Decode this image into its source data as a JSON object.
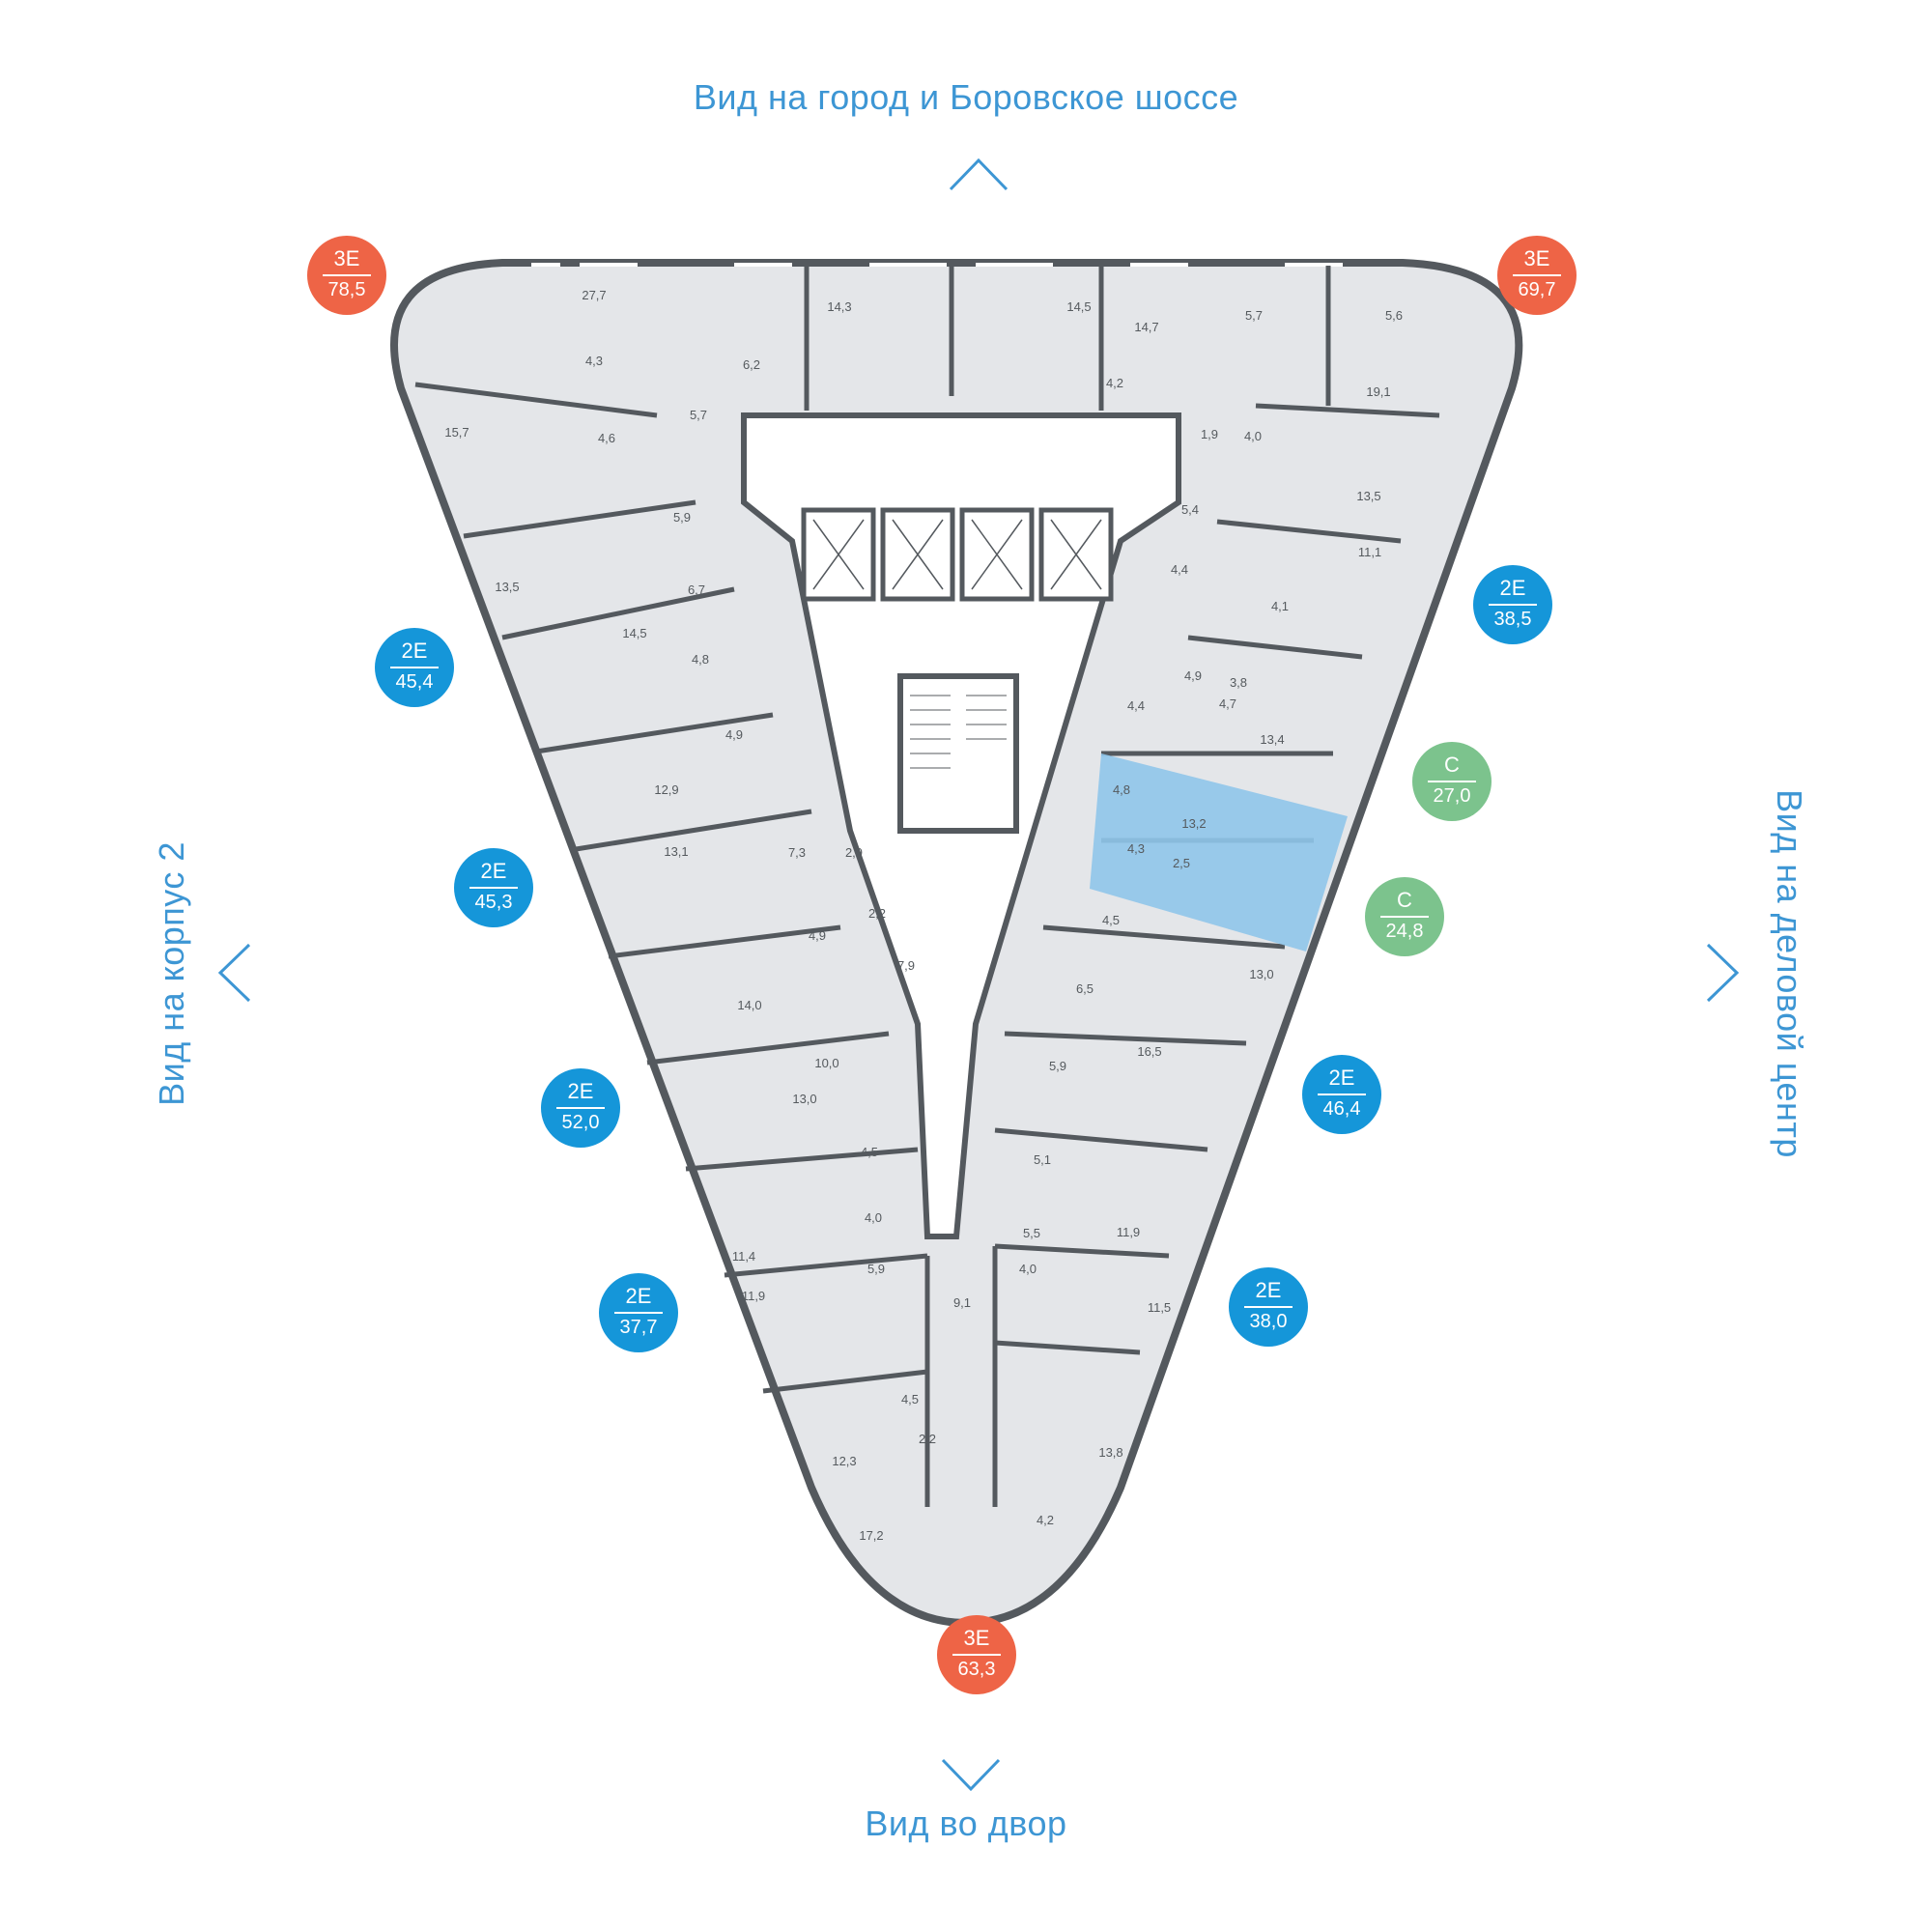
{
  "views": {
    "top": "Вид на город и Боровское шоссе",
    "bottom": "Вид во двор",
    "left": "Вид на корпус 2",
    "right": "Вид на деловой центр"
  },
  "colors": {
    "three_room": "#ee6446",
    "two_room": "#1596d9",
    "studio": "#7cc38d",
    "selected": "#8fc5ea",
    "text_blue": "#3d96d4",
    "floor": "#e4e6e9",
    "wall": "#54595e"
  },
  "apartments": [
    {
      "type": "3Е",
      "area": "78,5",
      "color": "#ee6446"
    },
    {
      "type": "3Е",
      "area": "69,7",
      "color": "#ee6446"
    },
    {
      "type": "2Е",
      "area": "45,4",
      "color": "#1596d9"
    },
    {
      "type": "2Е",
      "area": "38,5",
      "color": "#1596d9"
    },
    {
      "type": "С",
      "area": "27,0",
      "color": "#7cc38d"
    },
    {
      "type": "2Е",
      "area": "45,3",
      "color": "#1596d9"
    },
    {
      "type": "С",
      "area": "24,8",
      "color": "#7cc38d"
    },
    {
      "type": "2Е",
      "area": "52,0",
      "color": "#1596d9"
    },
    {
      "type": "2Е",
      "area": "46,4",
      "color": "#1596d9"
    },
    {
      "type": "2Е",
      "area": "37,7",
      "color": "#1596d9"
    },
    {
      "type": "2Е",
      "area": "38,0",
      "color": "#1596d9"
    },
    {
      "type": "3Е",
      "area": "63,3",
      "color": "#ee6446"
    }
  ],
  "rooms": [
    "27,7",
    "14,3",
    "14,5",
    "14,7",
    "5,7",
    "5,6",
    "6,2",
    "4,3",
    "5,7",
    "4,2",
    "19,1",
    "15,7",
    "4,6",
    "1,9",
    "4,0",
    "5,9",
    "5,4",
    "13,5",
    "13,5",
    "11,1",
    "6,7",
    "4,4",
    "4,1",
    "14,5",
    "4,8",
    "4,9",
    "3,8",
    "4,7",
    "4,9",
    "4,4",
    "13,4",
    "12,9",
    "4,8",
    "13,2",
    "13,1",
    "7,3",
    "2,9",
    "4,3",
    "2,5",
    "2,2",
    "4,5",
    "4,9",
    "7,9",
    "6,5",
    "13,0",
    "14,0",
    "10,0",
    "16,5",
    "5,9",
    "13,0",
    "4,5",
    "5,1",
    "11,9",
    "4,0",
    "5,5",
    "11,4",
    "4,0",
    "11,9",
    "5,9",
    "11,5",
    "9,1",
    "4,5",
    "2,2",
    "12,3",
    "13,8",
    "17,2",
    "4,2"
  ]
}
